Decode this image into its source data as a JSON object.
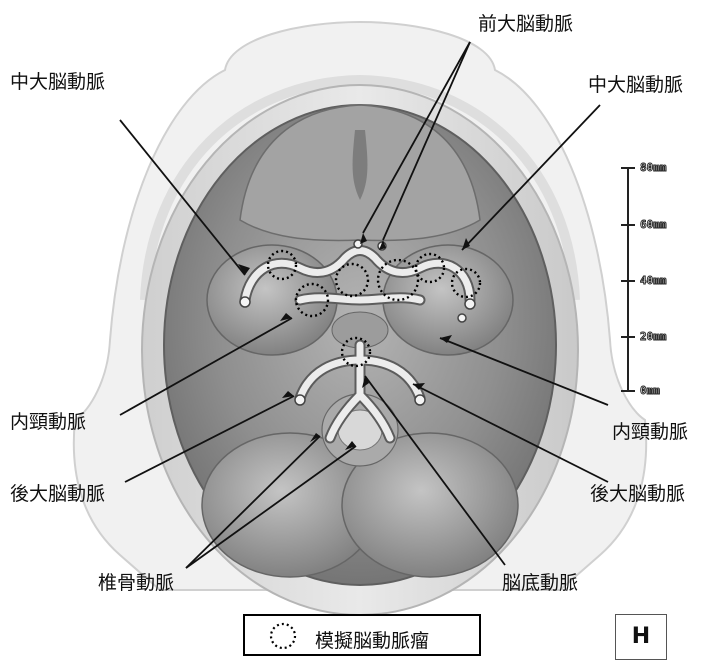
{
  "labels": {
    "acom_top": "前大脳動脈",
    "mca_left": "中大脳動脈",
    "mca_right": "中大脳動脈",
    "ica_left": "内頸動脈",
    "ica_right": "内頸動脈",
    "pca_left": "後大脳動脈",
    "pca_right": "後大脳動脈",
    "vertebral": "椎骨動脈",
    "basilar": "脳底動脈"
  },
  "scale": {
    "unit": "mm",
    "ticks": [
      "80mm",
      "60mm",
      "40mm",
      "20mm",
      "0mm"
    ]
  },
  "legend": {
    "symbol": "dotted-circle",
    "text": "模擬脳動脈瘤"
  },
  "view_badge": "H",
  "colors": {
    "skull": "#9a9a9a",
    "vessel": "#e8e8e8",
    "annotation_line": "#111111",
    "aneurysm_marker": "#000000"
  }
}
